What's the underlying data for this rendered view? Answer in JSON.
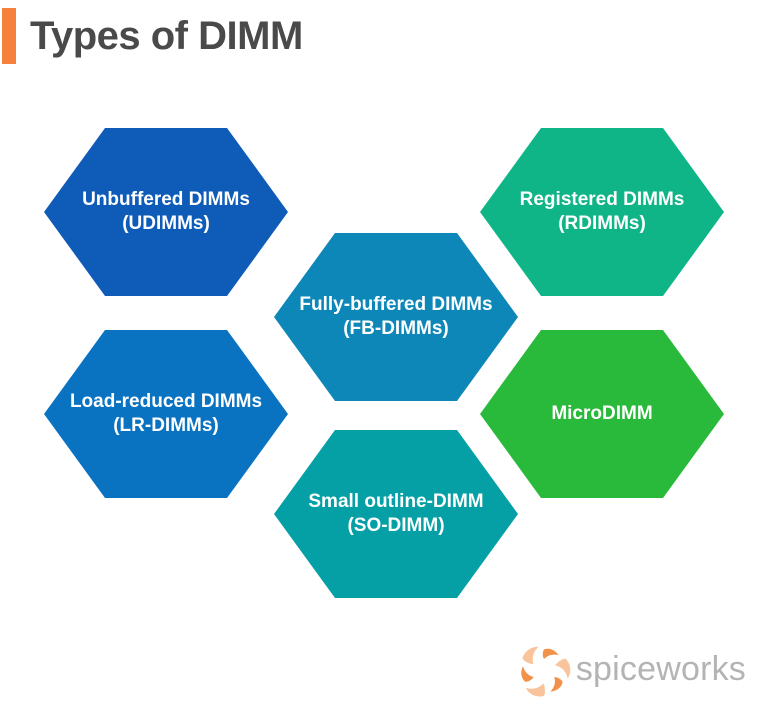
{
  "page": {
    "title": "Types of DIMM",
    "accent_color": "#F5813D",
    "title_color": "#4A4A4A",
    "background_color": "#FFFFFF"
  },
  "diagram": {
    "shape": "hexagon",
    "hexagons": [
      {
        "id": "udimm",
        "line1": "Unbuffered DIMMs",
        "line2": "(UDIMMs)",
        "color": "#0E5CB8"
      },
      {
        "id": "rdimm",
        "line1": "Registered DIMMs",
        "line2": "(RDIMMs)",
        "color": "#0FB586"
      },
      {
        "id": "fbdimm",
        "line1": "Fully-buffered DIMMs",
        "line2": "(FB-DIMMs)",
        "color": "#0D87B8"
      },
      {
        "id": "lrdimm",
        "line1": "Load-reduced DIMMs",
        "line2": "(LR-DIMMs)",
        "color": "#0973C2"
      },
      {
        "id": "microdimm",
        "line1": "MicroDIMM",
        "line2": "",
        "color": "#29BA3C"
      },
      {
        "id": "sodimm",
        "line1": "Small outline-DIMM",
        "line2": "(SO-DIMM)",
        "color": "#04A0A5"
      }
    ]
  },
  "footer": {
    "brand": "spiceworks",
    "brand_color": "#B4B4B4",
    "logo_icon": "spiceworks-pinwheel-icon",
    "logo_color_dark": "#F2914A",
    "logo_color_light": "#F9C49C"
  }
}
